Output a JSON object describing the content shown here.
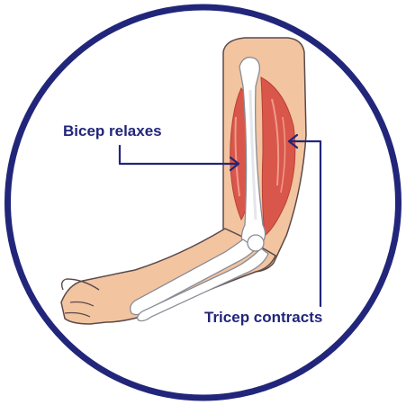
{
  "labels": {
    "bicep": "Bicep relaxes",
    "tricep": "Tricep contracts"
  },
  "colors": {
    "ring": "#22267a",
    "label_text": "#22267a",
    "skin": "#f2c4a0",
    "skin_outline": "#5a4a4a",
    "muscle": "#d9574a",
    "muscle_light": "#ef9a8d",
    "bone": "#ffffff",
    "bone_shade": "#e5e6ea",
    "arrow": "#22267a"
  },
  "icons": {
    "illustration": "arm-muscle-anatomy"
  }
}
